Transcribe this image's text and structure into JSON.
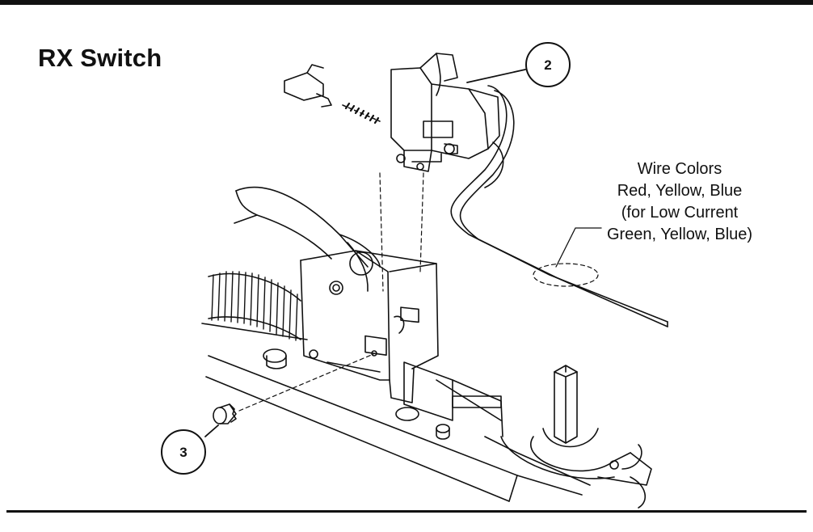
{
  "title": "RX Switch",
  "callouts": [
    {
      "number": "2",
      "refers_to": "switch-assembly"
    },
    {
      "number": "3",
      "refers_to": "screw"
    }
  ],
  "wire_note": {
    "lines": [
      "Wire  Colors",
      "Red, Yellow, Blue",
      "(for Low Current",
      "Green, Yellow, Blue)"
    ]
  },
  "colors": {
    "line": "#111111",
    "background": "#ffffff"
  }
}
